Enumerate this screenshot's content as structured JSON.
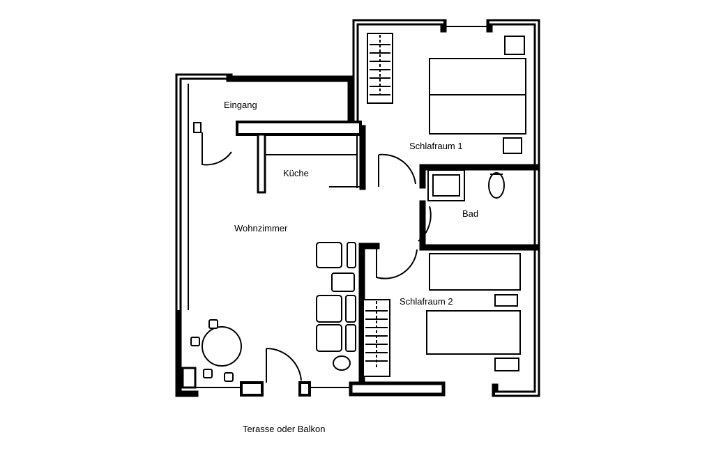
{
  "rooms": {
    "entrance": "Eingang",
    "kitchen": "Küche",
    "living": "Wohnzimmer",
    "bedroom1": "Schlafraum 1",
    "bath": "Bad",
    "bedroom2": "Schlafraum 2",
    "terrace": "Terasse oder Balkon"
  }
}
